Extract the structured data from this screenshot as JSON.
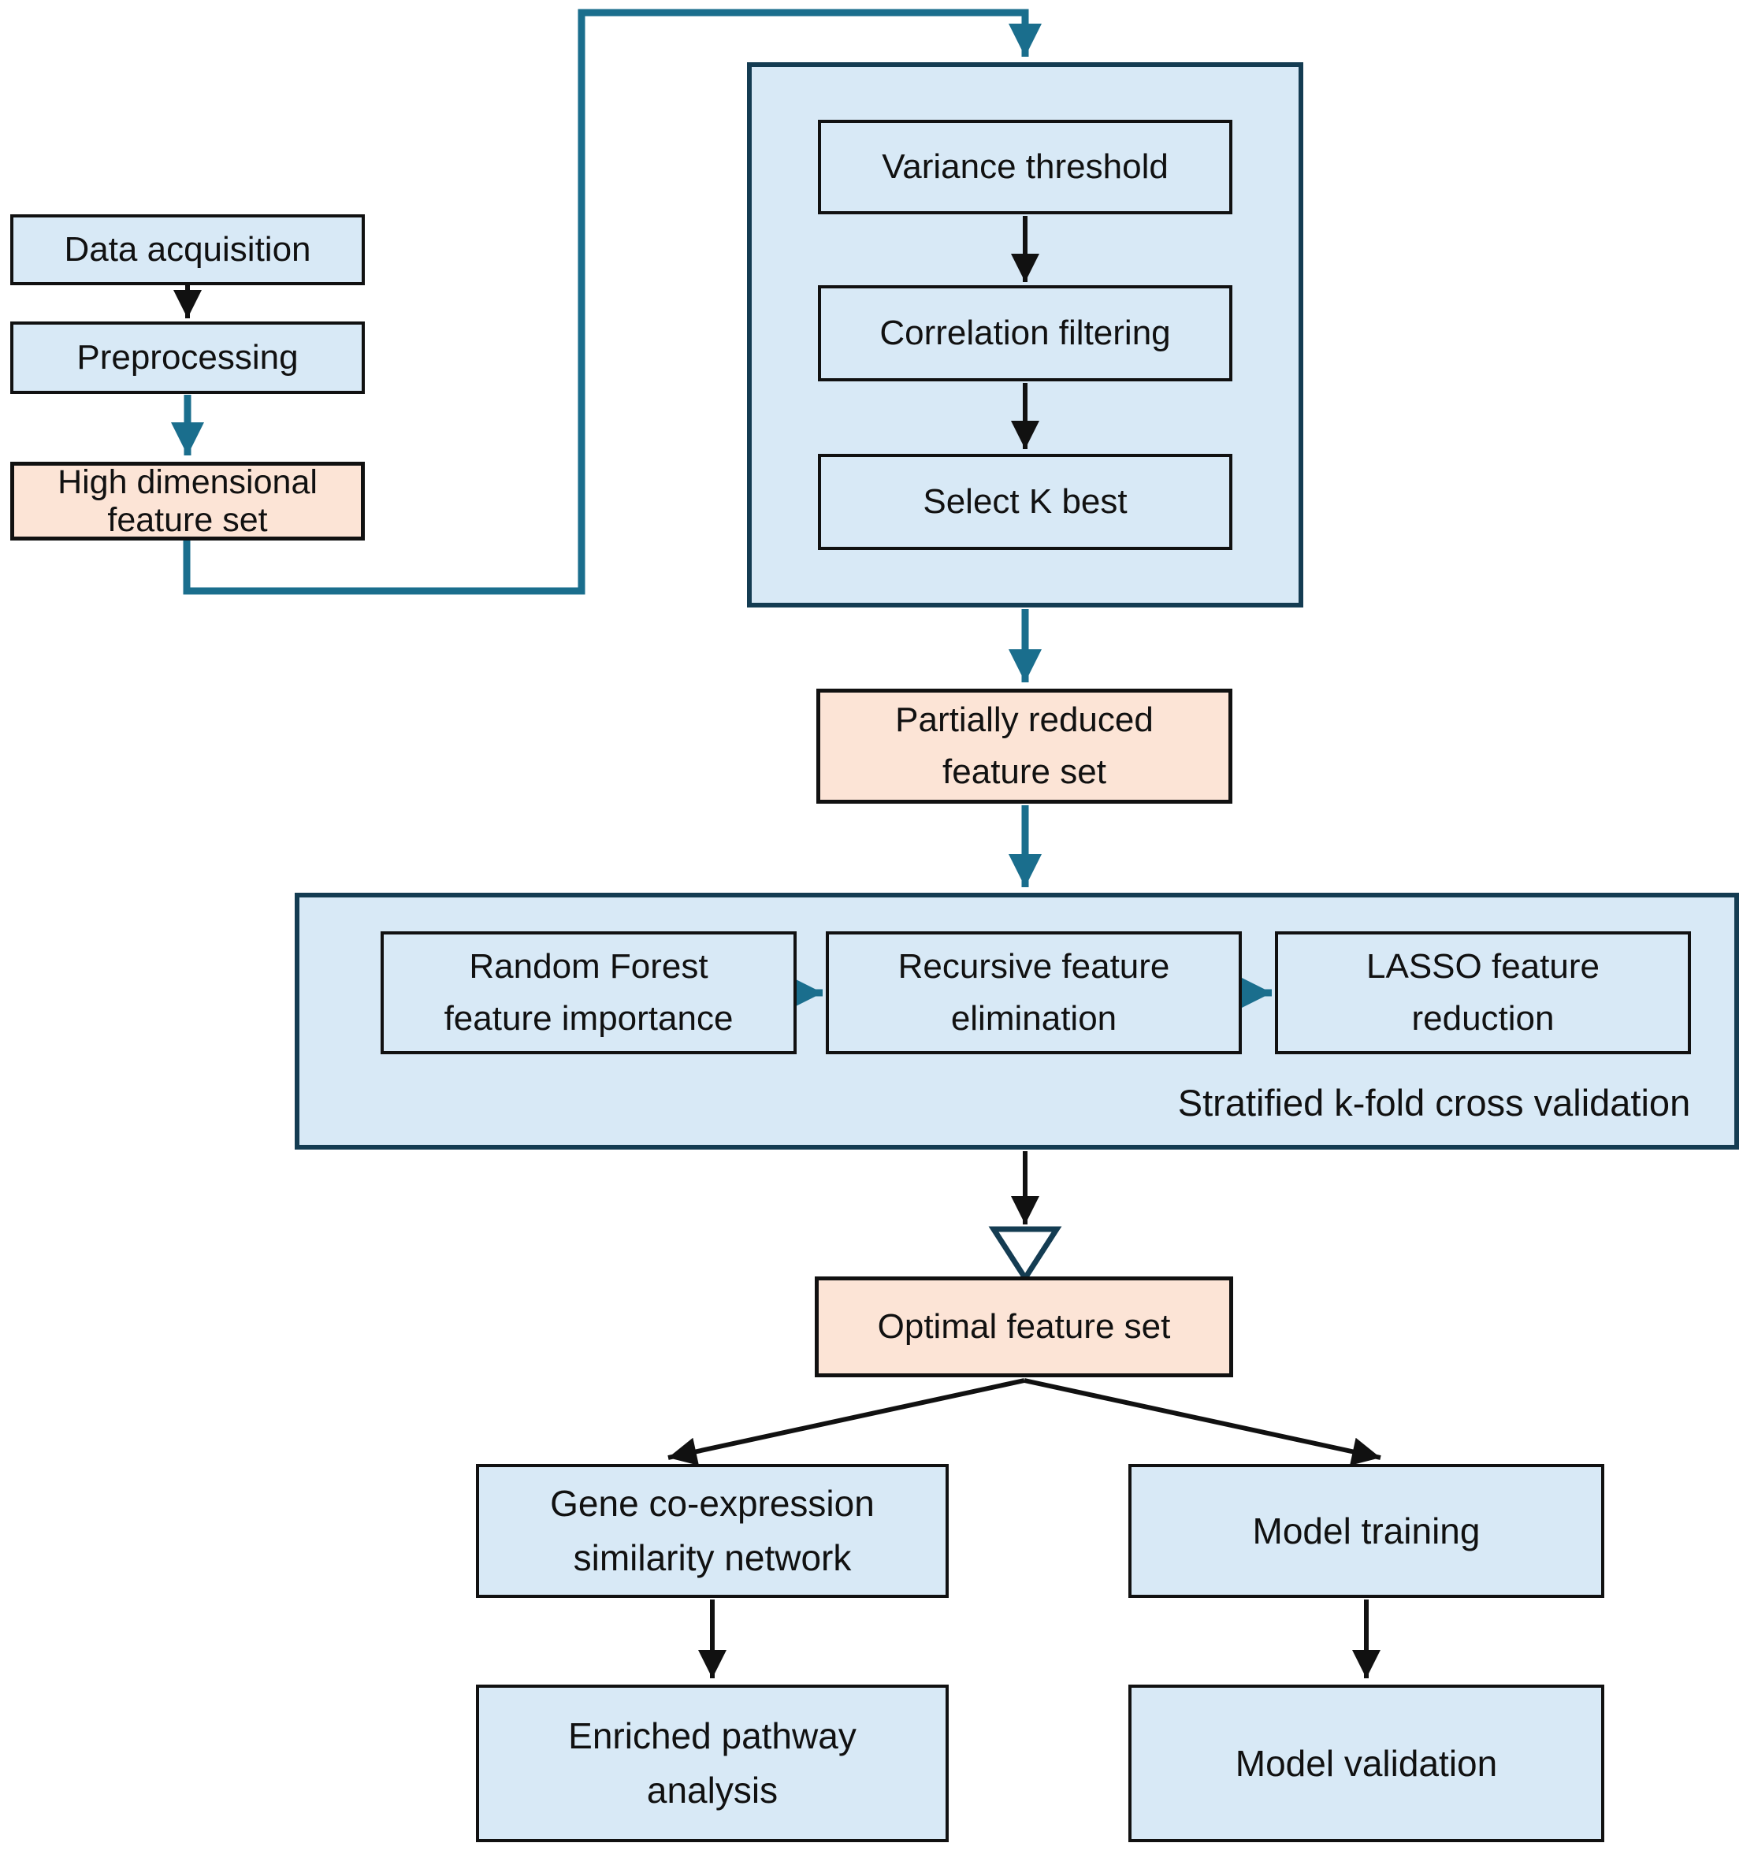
{
  "colors": {
    "node_fill_blue": "#d8e9f6",
    "node_fill_pink": "#fce4d6",
    "node_border_black": "#111111",
    "wrapper_border": "#143c52",
    "arrow_black": "#111111",
    "arrow_teal": "#1a6e8d",
    "background": "#ffffff",
    "text": "#111111"
  },
  "flowchart": {
    "acquisition_column": {
      "data_acquisition": "Data acquisition",
      "preprocessing": "Preprocessing",
      "high_dimensional_feature_set": "High dimensional\nfeature set"
    },
    "filter_methods_group": {
      "variance_threshold": "Variance threshold",
      "correlation_filtering": "Correlation filtering",
      "select_k_best": "Select K best"
    },
    "partially_reduced_feature_set": "Partially reduced\nfeature set",
    "selection_group": {
      "random_forest_feature_importance": "Random Forest\nfeature importance",
      "recursive_feature_elimination": "Recursive feature\nelimination",
      "lasso_feature_reduction": "LASSO feature\nreduction",
      "stratified_kfold_label": "Stratified k-fold cross validation"
    },
    "optimal_feature_set": "Optimal feature set",
    "network_branch": {
      "gene_coexpression_similarity_network": "Gene co-expression\nsimilarity network",
      "enriched_pathway_analysis": "Enriched pathway\nanalysis"
    },
    "model_branch": {
      "model_training": "Model training",
      "model_validation": "Model validation"
    }
  }
}
